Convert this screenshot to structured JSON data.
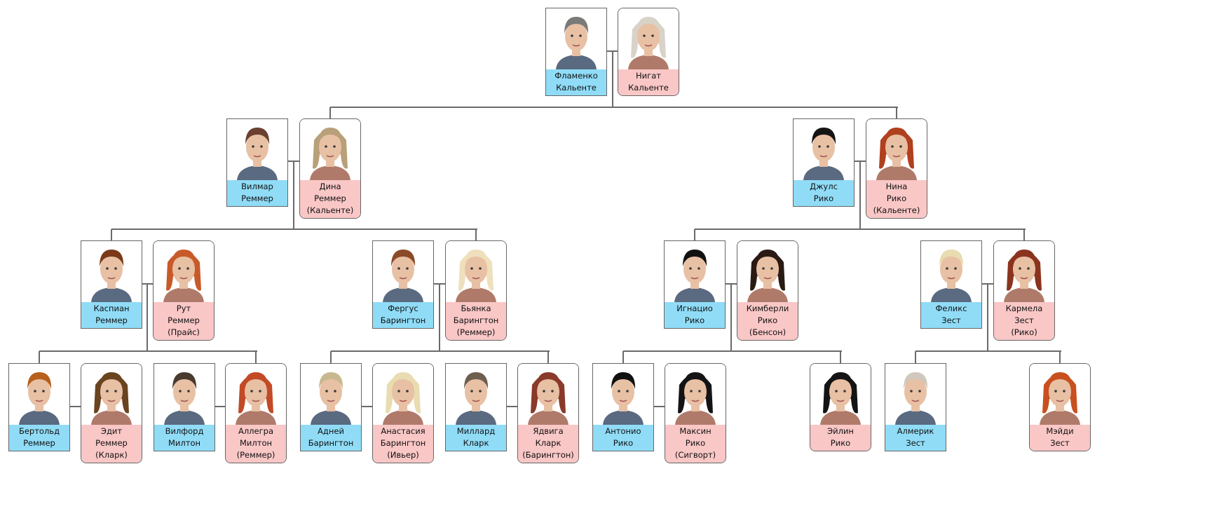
{
  "colors": {
    "male": "#90dcf7",
    "female": "#f9c7c6",
    "line": "#6a6a6a"
  },
  "people": [
    {
      "id": "flamenco",
      "gender": "m",
      "lines": [
        "Фламенко",
        "Кальенте"
      ],
      "hair": "#7a7a78"
    },
    {
      "id": "nigat",
      "gender": "f",
      "lines": [
        "Нигат",
        "Кальенте"
      ],
      "hair": "#d8d2c8"
    },
    {
      "id": "vilmar",
      "gender": "m",
      "lines": [
        "Вилмар",
        "Реммер"
      ],
      "hair": "#6b4030"
    },
    {
      "id": "dina",
      "gender": "f",
      "lines": [
        "Дина",
        "Реммер",
        "(Кальенте)"
      ],
      "hair": "#b8a07a"
    },
    {
      "id": "jules",
      "gender": "m",
      "lines": [
        "Джулс",
        "Рико"
      ],
      "hair": "#151515"
    },
    {
      "id": "nina",
      "gender": "f",
      "lines": [
        "Нина",
        "Рико",
        "(Кальенте)"
      ],
      "hair": "#b0401e"
    },
    {
      "id": "kaspian",
      "gender": "m",
      "lines": [
        "Каспиан",
        "Реммер"
      ],
      "hair": "#7a3a1a"
    },
    {
      "id": "rut",
      "gender": "f",
      "lines": [
        "Рут",
        "Реммер",
        "(Прайс)"
      ],
      "hair": "#c85a2a"
    },
    {
      "id": "fergus",
      "gender": "m",
      "lines": [
        "Фергус",
        "Барингтон"
      ],
      "hair": "#8a4a28"
    },
    {
      "id": "byanka",
      "gender": "f",
      "lines": [
        "Бьянка",
        "Барингтон",
        "(Реммер)"
      ],
      "hair": "#eee0bc"
    },
    {
      "id": "ignacio",
      "gender": "m",
      "lines": [
        "Игнацио",
        "Рико"
      ],
      "hair": "#111111"
    },
    {
      "id": "kimberly",
      "gender": "f",
      "lines": [
        "Кимберли",
        "Рико",
        "(Бенсон)"
      ],
      "hair": "#2a1a14"
    },
    {
      "id": "feliks",
      "gender": "m",
      "lines": [
        "Феликс",
        "Зест"
      ],
      "hair": "#e8dcb0"
    },
    {
      "id": "karmela",
      "gender": "f",
      "lines": [
        "Кармела",
        "Зест",
        "(Рико)"
      ],
      "hair": "#8a3420"
    },
    {
      "id": "bertold",
      "gender": "m",
      "lines": [
        "Бертольд",
        "Реммер"
      ],
      "hair": "#b8601e"
    },
    {
      "id": "edit",
      "gender": "f",
      "lines": [
        "Эдит",
        "Реммер",
        "(Кларк)"
      ],
      "hair": "#6a4420"
    },
    {
      "id": "vilford",
      "gender": "m",
      "lines": [
        "Вилфорд",
        "Милтон"
      ],
      "hair": "#4a3a30"
    },
    {
      "id": "allegra",
      "gender": "f",
      "lines": [
        "Аллегра",
        "Милтон",
        "(Реммер)"
      ],
      "hair": "#c24a26"
    },
    {
      "id": "adney",
      "gender": "m",
      "lines": [
        "Адней",
        "Барингтон"
      ],
      "hair": "#c8b890"
    },
    {
      "id": "anastasia",
      "gender": "f",
      "lines": [
        "Анастасия",
        "Барингтон",
        "(Ивьер)"
      ],
      "hair": "#e8dcb0"
    },
    {
      "id": "millard",
      "gender": "m",
      "lines": [
        "Миллард",
        "Кларк"
      ],
      "hair": "#6e5e4e"
    },
    {
      "id": "yadviga",
      "gender": "f",
      "lines": [
        "Ядвига",
        "Кларк",
        "(Барингтон)"
      ],
      "hair": "#8a3a2a"
    },
    {
      "id": "antonio",
      "gender": "m",
      "lines": [
        "Антонио",
        "Рико"
      ],
      "hair": "#111111"
    },
    {
      "id": "maksin",
      "gender": "f",
      "lines": [
        "Максин",
        "Рико",
        "(Сигворт)"
      ],
      "hair": "#141414"
    },
    {
      "id": "eylin",
      "gender": "f",
      "lines": [
        "Эйлин",
        "Рико"
      ],
      "hair": "#141414"
    },
    {
      "id": "almerik",
      "gender": "m",
      "lines": [
        "Алмерик",
        "Зест"
      ],
      "hair": "#d0c8bc"
    },
    {
      "id": "meydi",
      "gender": "f",
      "lines": [
        "Мэйди",
        "Зест"
      ],
      "hair": "#c8501e"
    }
  ]
}
